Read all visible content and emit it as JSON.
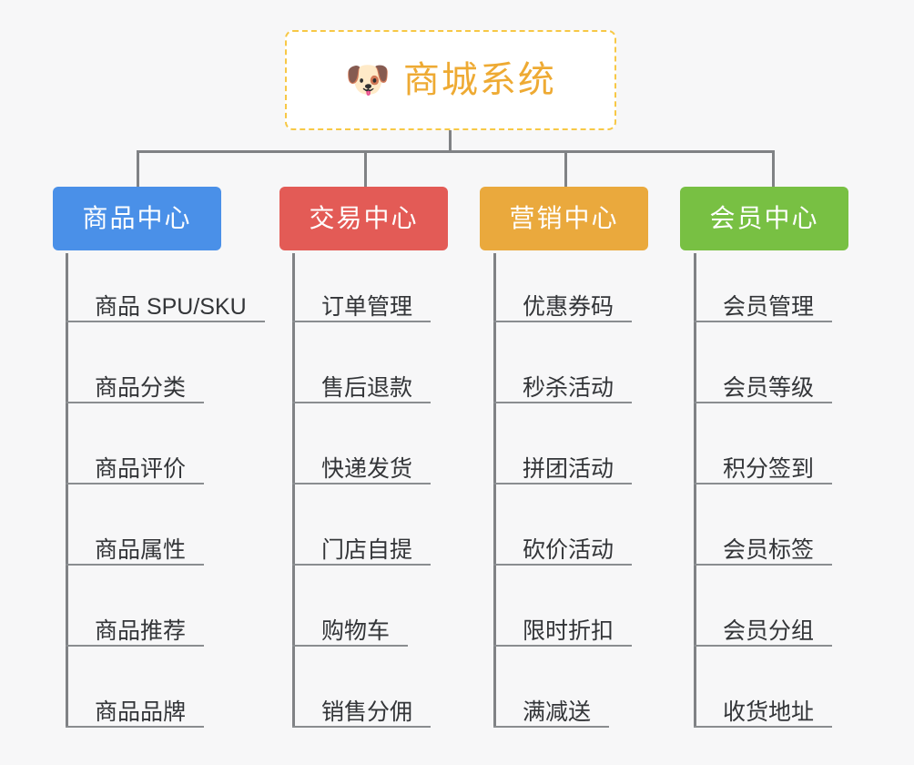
{
  "page": {
    "background_color": "#f7f7f8",
    "connector_color": "#808285",
    "leaf_text_color": "#333538",
    "leaf_rule_color": "#8a8d90"
  },
  "root": {
    "icon": "dog-face-icon",
    "icon_glyph": "🐶",
    "title": "商城系统",
    "text_color": "#eeaa33",
    "border_color": "#f7c846",
    "background_color": "#ffffff"
  },
  "branches": [
    {
      "id": "product-center",
      "label": "商品中心",
      "color": "#4a90e8",
      "items": [
        "商品 SPU/SKU",
        "商品分类",
        "商品评价",
        "商品属性",
        "商品推荐",
        "商品品牌"
      ]
    },
    {
      "id": "trade-center",
      "label": "交易中心",
      "color": "#e35b56",
      "items": [
        "订单管理",
        "售后退款",
        "快递发货",
        "门店自提",
        "购物车",
        "销售分佣"
      ]
    },
    {
      "id": "marketing-center",
      "label": "营销中心",
      "color": "#eaa93d",
      "items": [
        "优惠券码",
        "秒杀活动",
        "拼团活动",
        "砍价活动",
        "限时折扣",
        "满减送"
      ]
    },
    {
      "id": "member-center",
      "label": "会员中心",
      "color": "#78c043",
      "items": [
        "会员管理",
        "会员等级",
        "积分签到",
        "会员标签",
        "会员分组",
        "收货地址"
      ]
    }
  ]
}
